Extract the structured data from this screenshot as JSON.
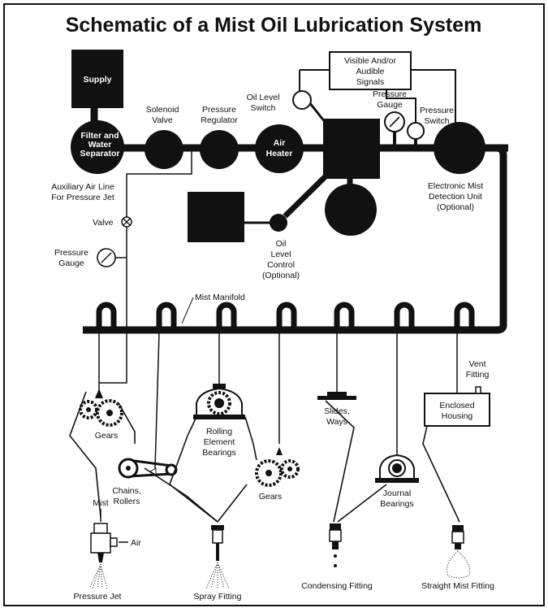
{
  "title": "Schematic of a Mist Oil Lubrication System",
  "labels": {
    "supply": "Supply",
    "filter_1": "Filter and",
    "filter_2": "Water",
    "filter_3": "Separator",
    "solenoid_1": "Solenoid",
    "solenoid_2": "Valve",
    "pressure_reg_1": "Pressure",
    "pressure_reg_2": "Regulator",
    "air_heater_1": "Air",
    "air_heater_2": "Heater",
    "oil_level_switch_1": "Oil Level",
    "oil_level_switch_2": "Switch",
    "signals_1": "Visible And/or",
    "signals_2": "Audible",
    "signals_3": "Signals",
    "pressure_gauge_top_1": "Pressure",
    "pressure_gauge_top_2": "Gauge",
    "pressure_switch_1": "Pressure",
    "pressure_switch_2": "Switch",
    "emd_1": "Electronic Mist",
    "emd_2": "Detection Unit",
    "emd_3": "(Optional)",
    "aux_1": "Auxiliary Air Line",
    "aux_2": "For Pressure Jet",
    "valve": "Valve",
    "pressure_gauge_left_1": "Pressure",
    "pressure_gauge_left_2": "Gauge",
    "olc_1": "Oil",
    "olc_2": "Level",
    "olc_3": "Control",
    "olc_4": "(Optional)",
    "manifold": "Mist Manifold",
    "gears_1": "Gears",
    "rolling_1": "Rolling",
    "rolling_2": "Element",
    "rolling_3": "Bearings",
    "gears_2": "Gears",
    "slides_1": "Slides,",
    "slides_2": "Ways",
    "vent_1": "Vent",
    "vent_2": "Fitting",
    "enclosed_1": "Enclosed",
    "enclosed_2": "Housing",
    "chains_1": "Chains,",
    "chains_2": "Rollers",
    "journal_1": "Journal",
    "journal_2": "Bearings",
    "mist": "Mist",
    "air": "Air",
    "pressure_jet": "Pressure Jet",
    "spray_fitting": "Spray Fitting",
    "condensing_fitting": "Condensing Fitting",
    "straight_mist_fitting": "Straight Mist Fitting"
  },
  "colors": {
    "ink": "#111111",
    "paper": "#ffffff"
  }
}
